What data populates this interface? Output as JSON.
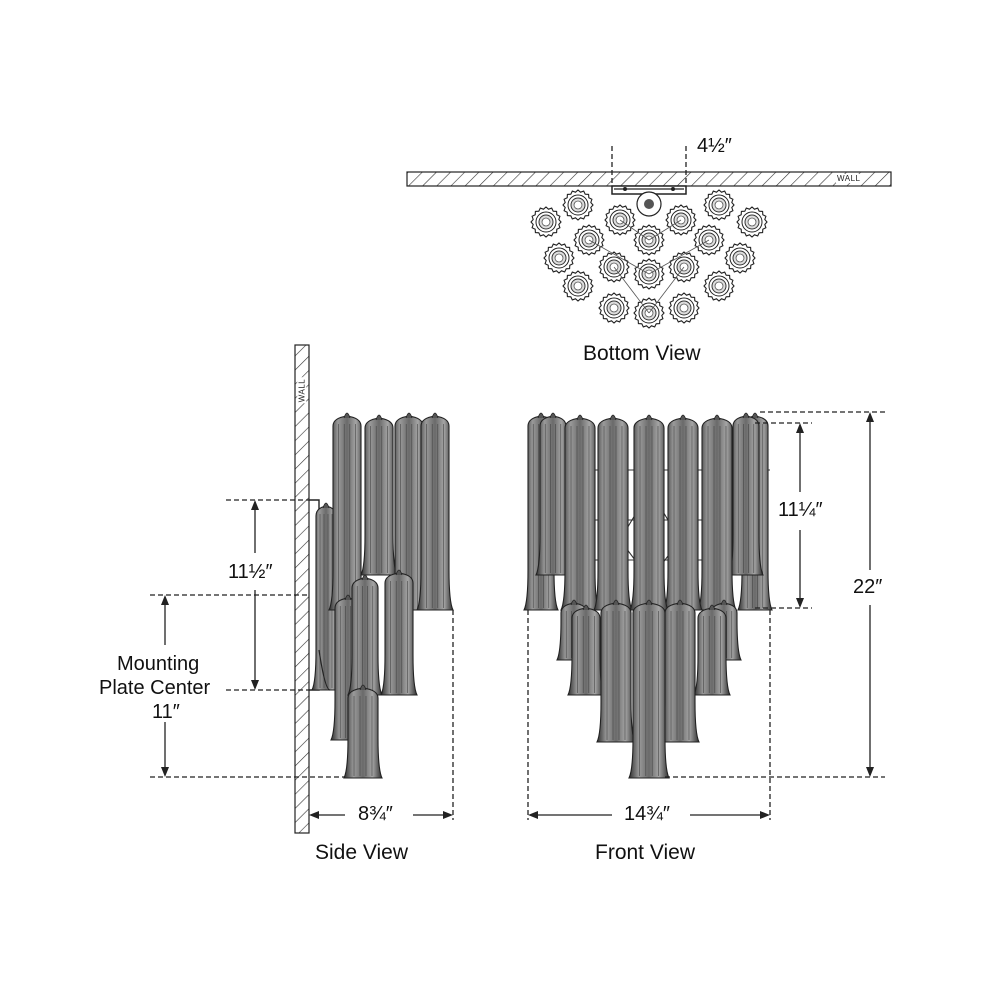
{
  "views": {
    "bottom": "Bottom View",
    "side": "Side View",
    "front": "Front View"
  },
  "wall_label": "WALL",
  "dimensions": {
    "plate_width": "4½″",
    "side_height": "11½″",
    "mounting_line1": "Mounting",
    "mounting_line2": "Plate Center",
    "mounting_value": "11″",
    "side_depth": "8¾″",
    "front_upper": "11¼″",
    "front_height": "22″",
    "front_width": "14¾″"
  },
  "colors": {
    "line": "#222222",
    "fixture_fill": "#7a7a7a",
    "fixture_dark": "#3a3a3a"
  }
}
